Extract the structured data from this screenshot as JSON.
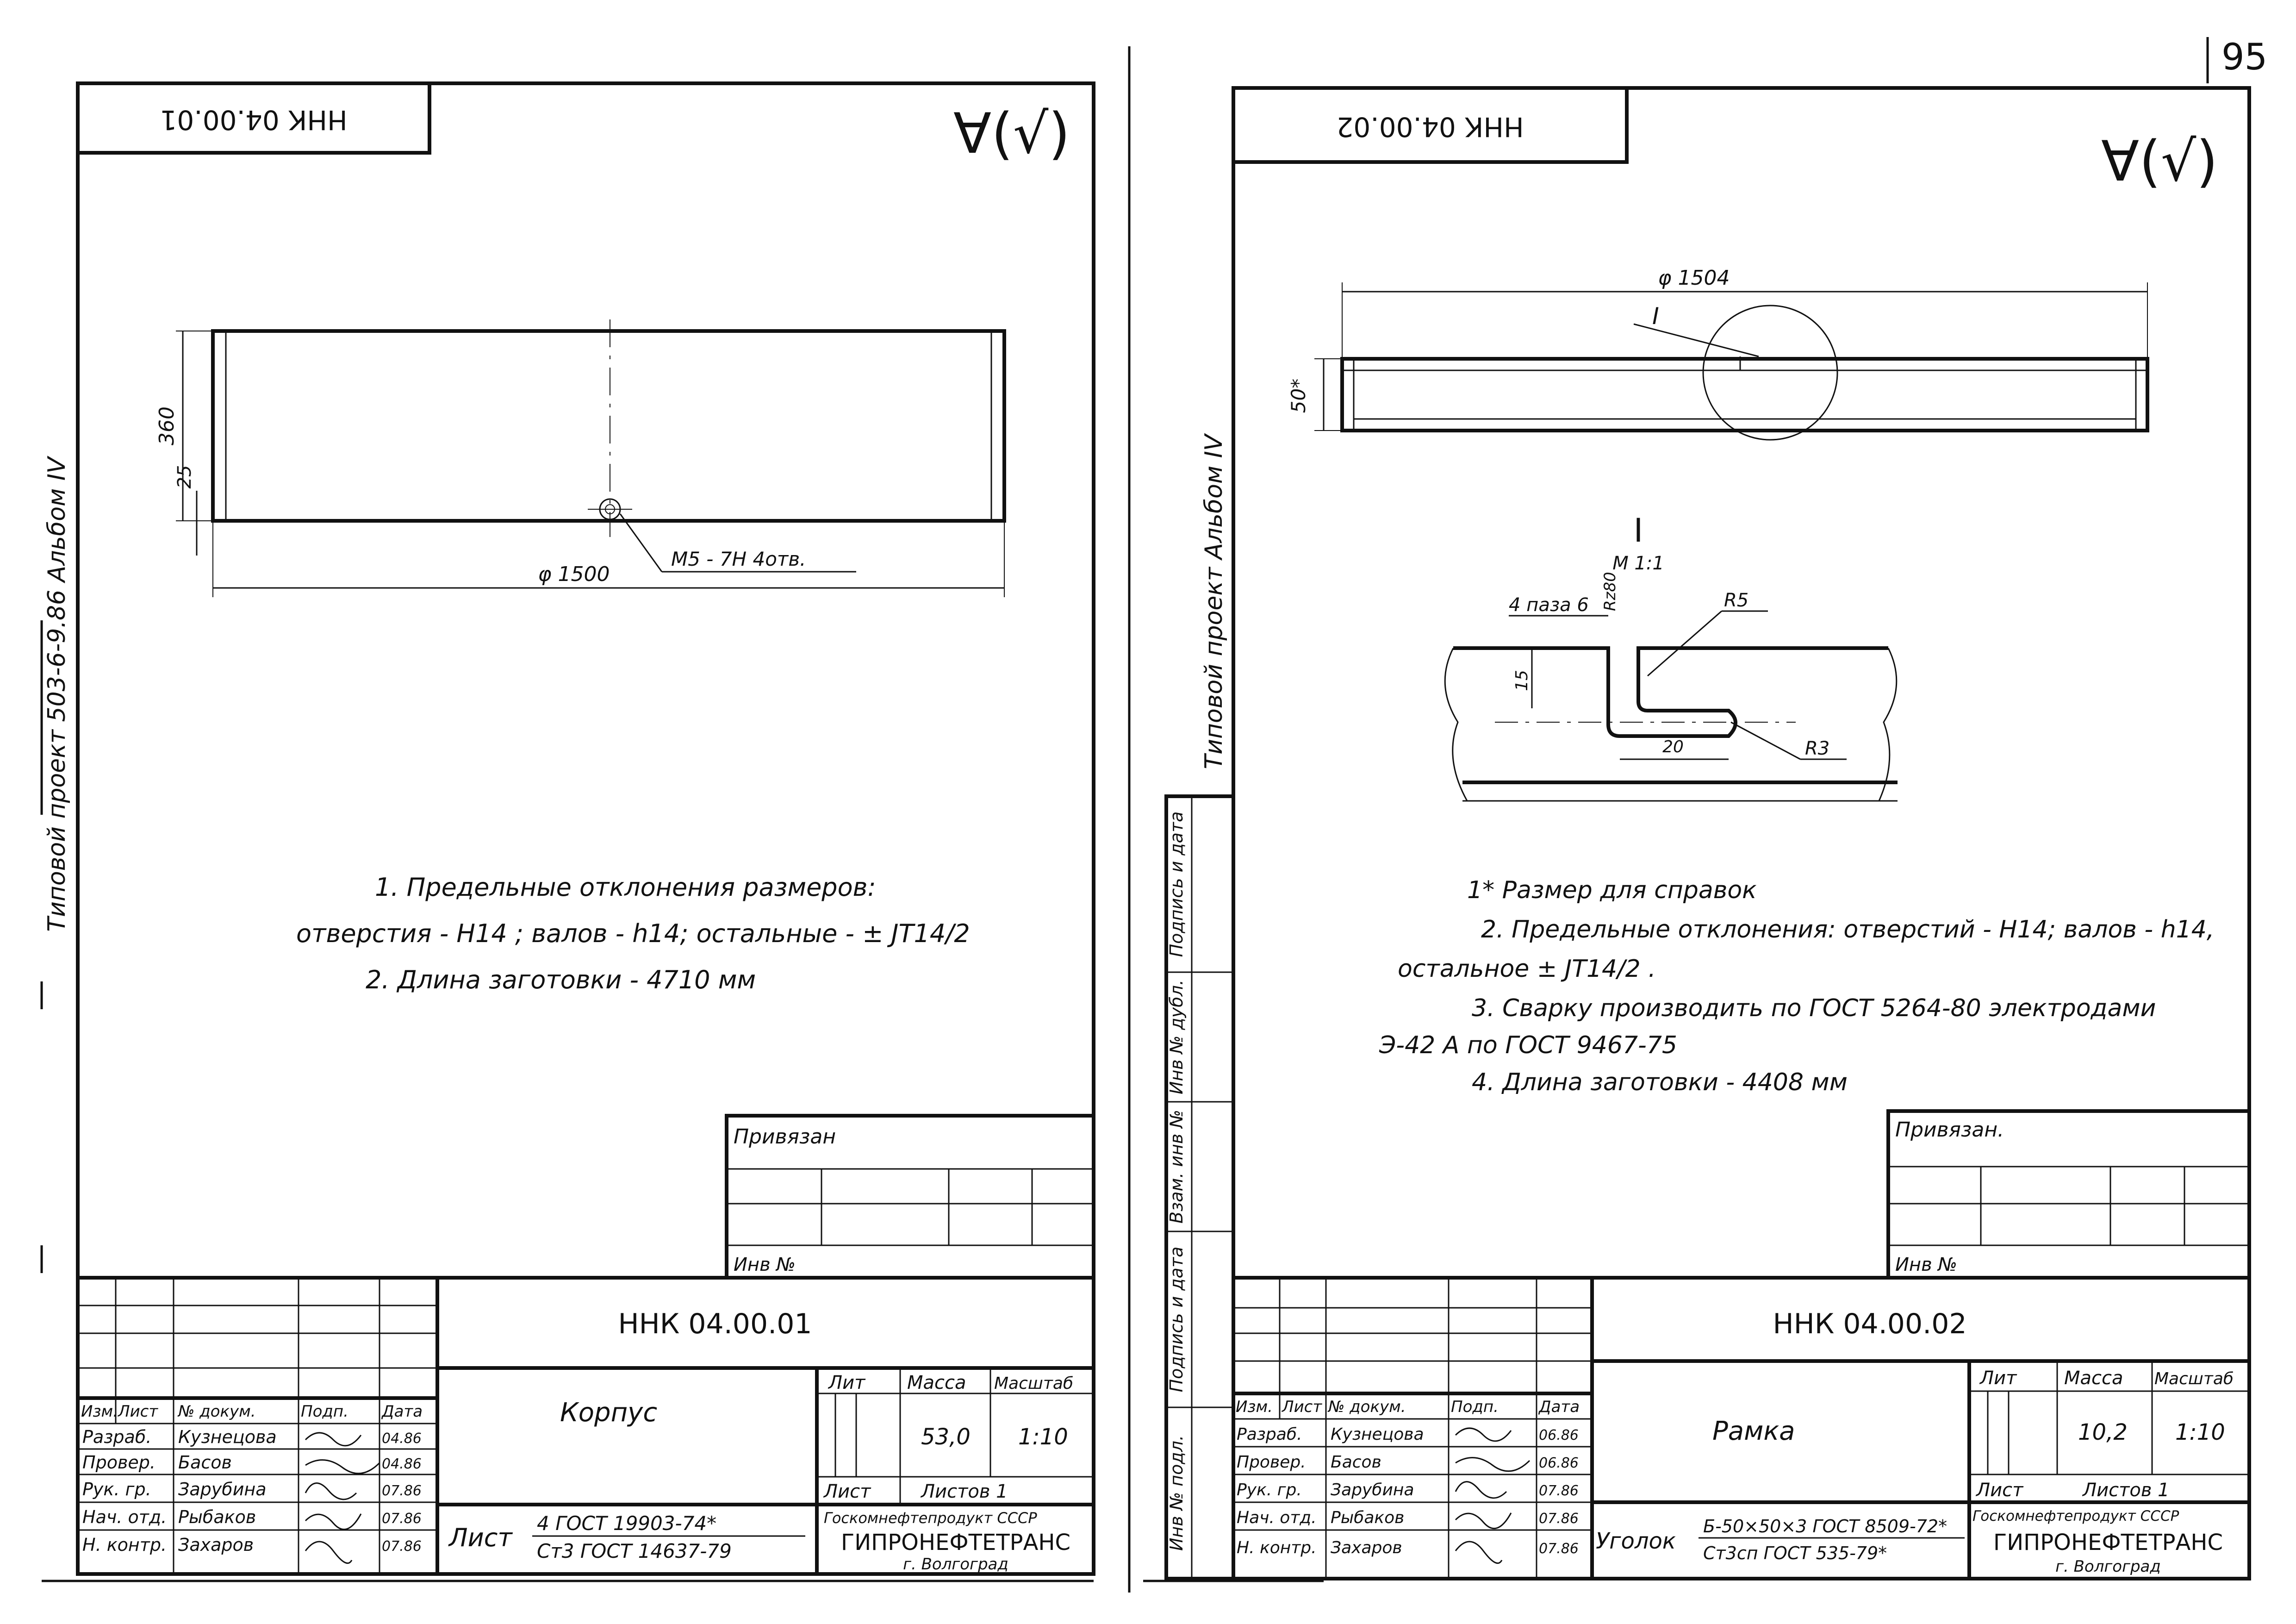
{
  "page_number": "95",
  "left_sheet": {
    "designation_rotated": "ННК 04.00.01",
    "roughness": "∀(√)",
    "side_note": "Типовой проект 503-6-9.86  Альбом IV",
    "dims": {
      "height": "360",
      "wall": "25",
      "diameter": "φ 1500",
      "thread": "M5 - 7H  4отв."
    },
    "notes": [
      "1. Предельные отклонения  размеров:",
      "отверстия - H14 ;  валов - h14;  остальные - ± JT14/2",
      "2. Длина  заготовки - 4710 мм"
    ],
    "bound": {
      "label": "Привязан",
      "inv": "Инв №"
    },
    "title_block": {
      "designation": "ННК 04.00.01",
      "name": "Корпус",
      "headers": [
        "Изм.",
        "Лист",
        "№ докум.",
        "Подп.",
        "Дата"
      ],
      "roles": [
        "Разраб.",
        "Провер.",
        "Рук. гр.",
        "Нач. отд.",
        "Н. контр."
      ],
      "people": [
        "Кузнецова",
        "Басов",
        "Зарубина",
        "Рыбаков",
        "Захаров"
      ],
      "dates": [
        "04.86",
        "04.86",
        "07.86",
        "07.86",
        "07.86"
      ],
      "lit": "Лит",
      "mass_label": "Масса",
      "scale_label": "Масштаб",
      "mass": "53,0",
      "scale": "1:10",
      "sheet": "Лист",
      "sheets": "Листов 1",
      "material_label": "Лист",
      "material_top": "4 ГОСТ 19903-74*",
      "material_bottom": "Ст3 ГОСТ 14637-79",
      "org_top": "Госкомнефтепродукт СССР",
      "org": "ГИПРОНЕФТЕТРАНС",
      "city": "г. Волгоград"
    }
  },
  "right_sheet": {
    "designation_rotated": "ННК 04.00.02",
    "roughness": "∀(√)",
    "side_note": "Типовой проект  Альбом IV",
    "dims": {
      "diameter": "φ 1504",
      "height": "50*",
      "detail_mark": "I"
    },
    "detail": {
      "title": "I",
      "scale": "М 1:1",
      "labels": [
        "4 паза 6",
        "R5",
        "R3",
        "15",
        "20",
        "Rz80"
      ]
    },
    "notes": [
      "1* Размер для справок",
      "2. Предельные  отклонения: отверстий - H14; валов - h14,",
      "остальное  ± JT14/2 .",
      "3. Сварку  производить  по  ГОСТ 5264-80  электродами",
      "Э-42 А  по  ГОСТ 9467-75",
      "4. Длина  заготовки - 4408 мм"
    ],
    "bound": {
      "label": "Привязан.",
      "inv": "Инв №"
    },
    "stamp_columns": [
      "Подпись и дата",
      "Инв № дубл.",
      "Взам. инв №",
      "Подпись и дата",
      "Инв № подл."
    ],
    "title_block": {
      "designation": "ННК 04.00.02",
      "name": "Рамка",
      "headers": [
        "Изм.",
        "Лист",
        "№ докум.",
        "Подп.",
        "Дата"
      ],
      "roles": [
        "Разраб.",
        "Провер.",
        "Рук. гр.",
        "Нач. отд.",
        "Н. контр."
      ],
      "people": [
        "Кузнецова",
        "Басов",
        "Зарубина",
        "Рыбаков",
        "Захаров"
      ],
      "dates": [
        "06.86",
        "06.86",
        "07.86",
        "07.86",
        "07.86"
      ],
      "lit": "Лит",
      "mass_label": "Масса",
      "scale_label": "Масштаб",
      "mass": "10,2",
      "scale": "1:10",
      "sheet": "Лист",
      "sheets": "Листов 1",
      "material_label": "Уголок",
      "material_top": "Б-50×50×3 ГОСТ 8509-72*",
      "material_bottom": "Ст3сп ГОСТ 535-79*",
      "org_top": "Госкомнефтепродукт СССР",
      "org": "ГИПРОНЕФТЕТРАНС",
      "city": "г. Волгоград"
    }
  }
}
